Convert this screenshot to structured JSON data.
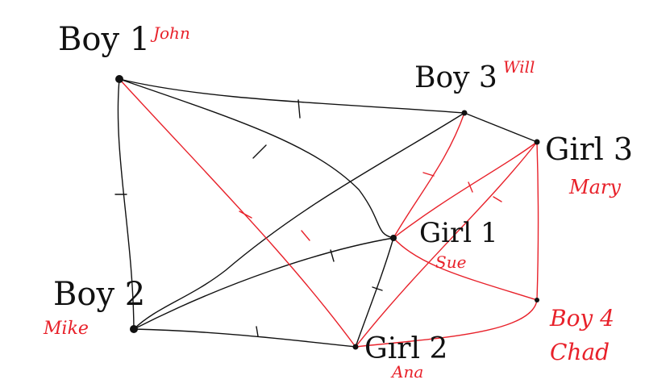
{
  "colors": {
    "background": "#ffffff",
    "ink_black": "#111111",
    "ink_red": "#e8212a"
  },
  "nodes": {
    "boy1": {
      "label": "Boy 1",
      "name": "John"
    },
    "boy2": {
      "label": "Boy 2",
      "name": "Mike"
    },
    "boy3": {
      "label": "Boy 3",
      "name": "Will"
    },
    "boy4": {
      "label": "Boy 4",
      "name": "Chad"
    },
    "girl1": {
      "label": "Girl 1",
      "name": "Sue"
    },
    "girl2": {
      "label": "Girl 2",
      "name": "Ana"
    },
    "girl3": {
      "label": "Girl 3",
      "name": "Mary"
    }
  },
  "edges_black": [
    [
      "boy1",
      "boy3"
    ],
    [
      "boy1",
      "boy2"
    ],
    [
      "boy1",
      "girl1"
    ],
    [
      "boy3",
      "girl3"
    ],
    [
      "boy3",
      "boy2"
    ],
    [
      "boy2",
      "girl1"
    ],
    [
      "boy2",
      "girl2"
    ],
    [
      "girl1",
      "girl2"
    ]
  ],
  "edges_red": [
    [
      "boy1",
      "girl2"
    ],
    [
      "boy3",
      "girl1"
    ],
    [
      "girl1",
      "boy4"
    ],
    [
      "girl1",
      "girl3"
    ],
    [
      "girl3",
      "girl2"
    ],
    [
      "girl3",
      "boy4"
    ],
    [
      "girl2",
      "boy4"
    ]
  ]
}
